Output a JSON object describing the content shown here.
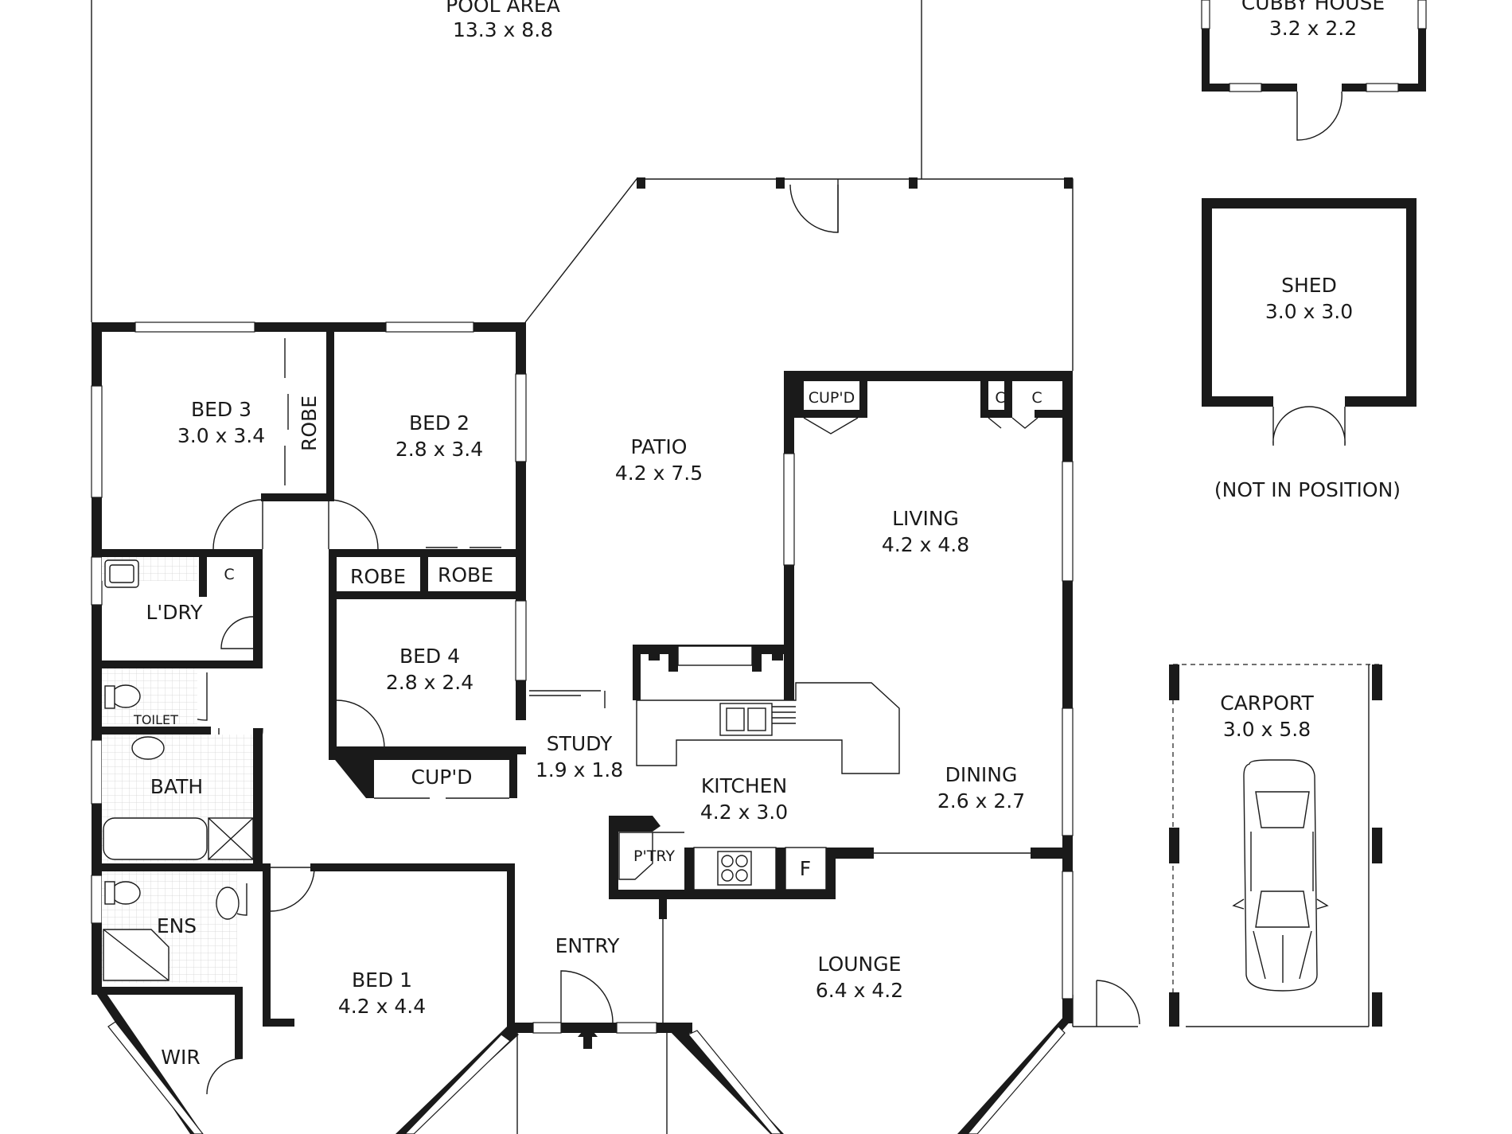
{
  "rooms": {
    "pool_area": {
      "name": "POOL AREA",
      "size": "13.3 x 8.8"
    },
    "cubby_house": {
      "name": "CUBBY HOUSE",
      "size": "3.2 x 2.2"
    },
    "shed": {
      "name": "SHED",
      "size": "3.0 x 3.0"
    },
    "not_in_position": "(NOT IN POSITION)",
    "bed3": {
      "name": "BED 3",
      "size": "3.0 x 3.4"
    },
    "bed2": {
      "name": "BED 2",
      "size": "2.8 x 3.4"
    },
    "bed4": {
      "name": "BED 4",
      "size": "2.8 x 2.4"
    },
    "bed1": {
      "name": "BED 1",
      "size": "4.2 x 4.4"
    },
    "patio": {
      "name": "PATIO",
      "size": "4.2 x 7.5"
    },
    "living": {
      "name": "LIVING",
      "size": "4.2 x 4.8"
    },
    "study": {
      "name": "STUDY",
      "size": "1.9 x 1.8"
    },
    "kitchen": {
      "name": "KITCHEN",
      "size": "4.2 x 3.0"
    },
    "dining": {
      "name": "DINING",
      "size": "2.6 x 2.7"
    },
    "lounge": {
      "name": "LOUNGE",
      "size": "6.4 x 4.2"
    },
    "carport": {
      "name": "CARPORT",
      "size": "3.0 x 5.8"
    },
    "entry": "ENTRY",
    "robe": "ROBE",
    "robe2a": "ROBE",
    "robe2b": "ROBE",
    "cupd_bed": "CUP'D",
    "cupd_living": "CUP'D",
    "c_ldry": "C",
    "c1": "C",
    "c2": "C",
    "ldry": "L'DRY",
    "toilet": "TOILET",
    "bath": "BATH",
    "ens": "ENS",
    "wir": "WIR",
    "ptry": "P'TRY",
    "fridge": "F"
  }
}
